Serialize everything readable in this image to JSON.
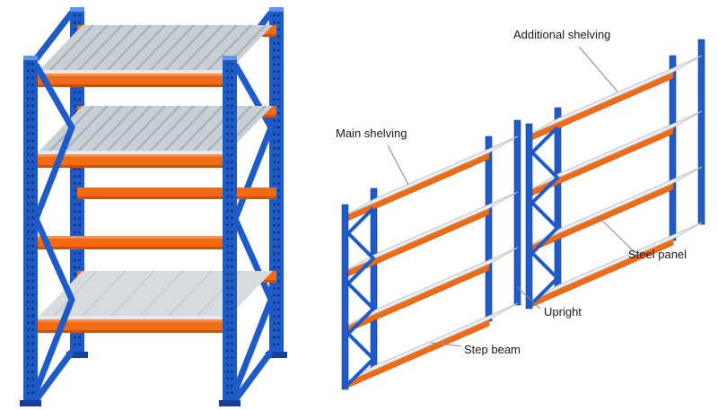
{
  "labels": {
    "additional_shelving": "Additional shelving",
    "main_shelving": "Main shelving",
    "steel_panel": "Steel panel",
    "upright": "Upright",
    "step_beam": "Step beam"
  },
  "palette": {
    "blue": "#1f5bc8",
    "blue-dark": "#16409c",
    "blue-deep": "#0e2f66",
    "blue-cap": "#5e93ea",
    "orange": "#f26a12",
    "orange-dark": "#c8540a",
    "orange-light": "#ff8c42",
    "panel": "#c9cfd6",
    "panel-light": "#d8dcdf",
    "label-color": "#1a1a1a",
    "leader-color": "#8a8a8a"
  }
}
